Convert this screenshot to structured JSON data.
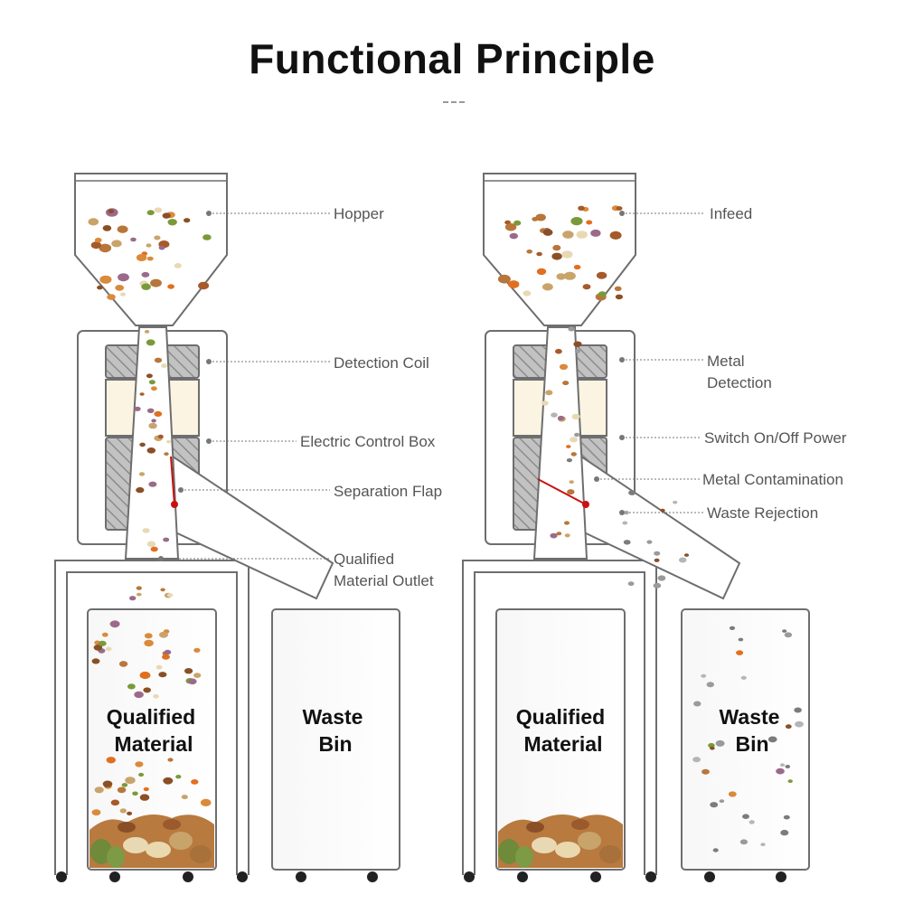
{
  "title": "Functional Principle",
  "colors": {
    "frame": "#6e6e6e",
    "coil": "#bdbdbd",
    "coil_hatch": "#8a8a8a",
    "control_box": "#fbf4e2",
    "flap": "#cc1010",
    "label": "#555555",
    "bin_text": "#111111"
  },
  "left_diagram": {
    "labels": {
      "hopper": "Hopper",
      "detection_coil": "Detection Coil",
      "control_box": "Electric Control Box",
      "separation_flap": "Separation Flap",
      "outlet_line1": "Qualified",
      "outlet_line2": "Material Outlet"
    },
    "qualified_bin_line1": "Qualified",
    "qualified_bin_line2": "Material",
    "waste_bin_line1": "Waste",
    "waste_bin_line2": "Bin"
  },
  "right_diagram": {
    "labels": {
      "infeed": "Infeed",
      "metal_detection_line1": "Metal",
      "metal_detection_line2": "Detection",
      "switch_power": "Switch On/Off Power",
      "metal_contamination": "Metal Contamination",
      "waste_rejection": "Waste Rejection"
    },
    "qualified_bin_line1": "Qualified",
    "qualified_bin_line2": "Material",
    "waste_bin_line1": "Waste",
    "waste_bin_line2": "Bin"
  }
}
